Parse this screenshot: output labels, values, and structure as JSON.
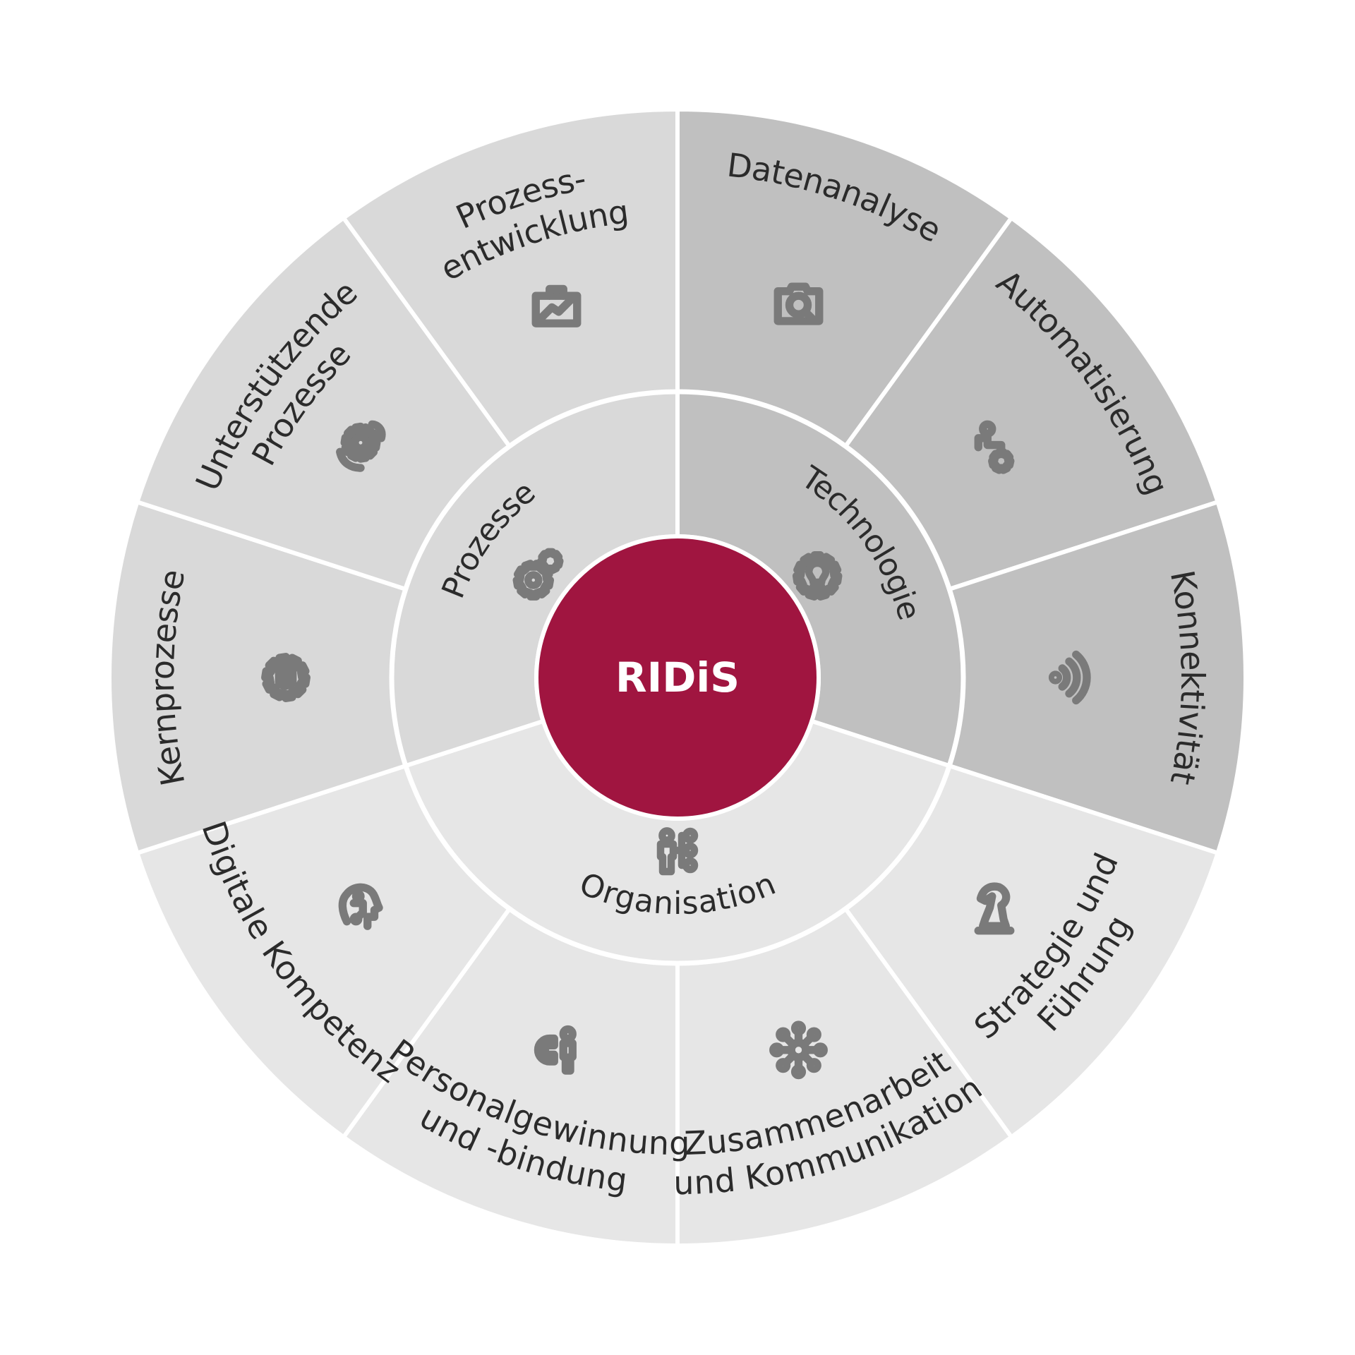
{
  "center": {
    "label": "RIDiS",
    "color": "#A01540"
  },
  "colors": {
    "technologie": "#C0C0C0",
    "prozesse": "#D9D9D9",
    "organisation": "#E6E6E6",
    "divider": "#FFFFFF",
    "text": "#2B2B2B",
    "icon": "#7A7A7A"
  },
  "ring": [
    {
      "label": "Technologie",
      "group": "technologie",
      "icon": "gear-bulb-icon"
    },
    {
      "label": "Organisation",
      "group": "organisation",
      "icon": "org-chart-icon"
    },
    {
      "label": "Prozesse",
      "group": "prozesse",
      "icon": "gears-icon"
    }
  ],
  "segments": [
    {
      "lines": [
        "Datenanalyse"
      ],
      "group": "technologie",
      "icon": "magnifier-screen-icon"
    },
    {
      "lines": [
        "Automatisierung"
      ],
      "group": "technologie",
      "icon": "robot-arm-icon"
    },
    {
      "lines": [
        "Konnektivität"
      ],
      "group": "technologie",
      "icon": "wifi-signal-icon"
    },
    {
      "lines": [
        "Strategie und",
        "Führung"
      ],
      "group": "organisation",
      "icon": "chess-knight-icon"
    },
    {
      "lines": [
        "Zusammenarbeit",
        "und Kommunikation"
      ],
      "group": "organisation",
      "icon": "network-hub-icon"
    },
    {
      "lines": [
        "Personalgewinnung",
        "und -bindung"
      ],
      "group": "organisation",
      "icon": "magnet-person-icon"
    },
    {
      "lines": [
        "Digitale Kompetenz"
      ],
      "group": "organisation",
      "icon": "head-circuit-icon"
    },
    {
      "lines": [
        "Kernprozesse"
      ],
      "group": "prozesse",
      "icon": "gear-hand-icon"
    },
    {
      "lines": [
        "Unterstützende",
        "Prozesse"
      ],
      "group": "prozesse",
      "icon": "gear-hands-icon"
    },
    {
      "lines": [
        "Prozess-",
        "entwicklung"
      ],
      "group": "prozesse",
      "icon": "briefcase-chart-icon"
    }
  ]
}
